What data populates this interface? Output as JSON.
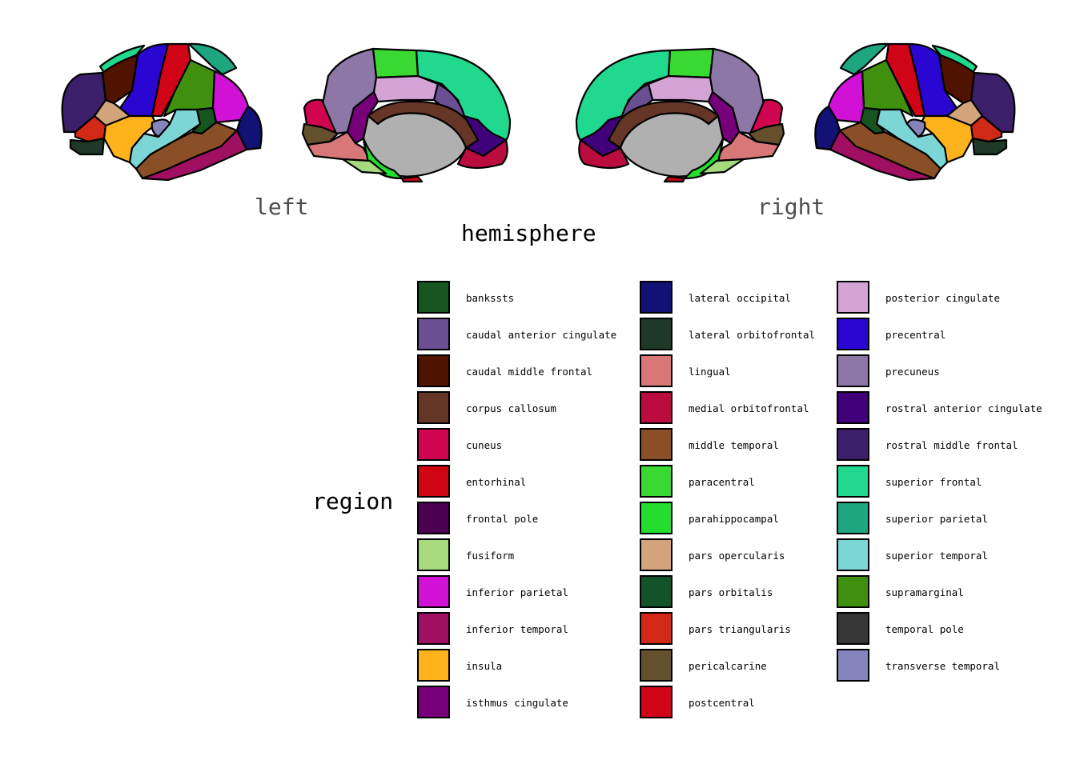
{
  "hemisphere_labels": {
    "left": "left",
    "right": "right"
  },
  "x_title": "hemisphere",
  "legend_title": "region",
  "regions": [
    {
      "name": "bankssts",
      "color": "#175520"
    },
    {
      "name": "caudal anterior cingulate",
      "color": "#6a4f92"
    },
    {
      "name": "caudal middle frontal",
      "color": "#4f1300"
    },
    {
      "name": "corpus callosum",
      "color": "#653526"
    },
    {
      "name": "cuneus",
      "color": "#d1044f"
    },
    {
      "name": "entorhinal",
      "color": "#d10512"
    },
    {
      "name": "frontal pole",
      "color": "#4e0050"
    },
    {
      "name": "fusiform",
      "color": "#a6da7c"
    },
    {
      "name": "inferior parietal",
      "color": "#d111d5"
    },
    {
      "name": "inferior temporal",
      "color": "#a00f62"
    },
    {
      "name": "insula",
      "color": "#feb31d"
    },
    {
      "name": "isthmus cingulate",
      "color": "#77007a"
    },
    {
      "name": "lateral occipital",
      "color": "#111176"
    },
    {
      "name": "lateral orbitofrontal",
      "color": "#1e3928"
    },
    {
      "name": "lingual",
      "color": "#d87777"
    },
    {
      "name": "medial orbitofrontal",
      "color": "#bb0c40"
    },
    {
      "name": "middle temporal",
      "color": "#8a4f27"
    },
    {
      "name": "paracentral",
      "color": "#3ad931"
    },
    {
      "name": "parahippocampal",
      "color": "#23de2d"
    },
    {
      "name": "pars opercularis",
      "color": "#d3a37c"
    },
    {
      "name": "pars orbitalis",
      "color": "#13532a"
    },
    {
      "name": "pars triangularis",
      "color": "#d22816"
    },
    {
      "name": "pericalcarine",
      "color": "#65502e"
    },
    {
      "name": "postcentral",
      "color": "#d10316"
    },
    {
      "name": "posterior cingulate",
      "color": "#d2a3d4"
    },
    {
      "name": "precentral",
      "color": "#2b06d3"
    },
    {
      "name": "precuneus",
      "color": "#8c77a7"
    },
    {
      "name": "rostral anterior cingulate",
      "color": "#400079"
    },
    {
      "name": "rostral middle frontal",
      "color": "#3b1f6a"
    },
    {
      "name": "superior frontal",
      "color": "#21d88f"
    },
    {
      "name": "superior parietal",
      "color": "#1da67f"
    },
    {
      "name": "superior temporal",
      "color": "#7dd6d6"
    },
    {
      "name": "supramarginal",
      "color": "#40900f"
    },
    {
      "name": "temporal pole",
      "color": "#363636"
    },
    {
      "name": "transverse temporal",
      "color": "#8584bc"
    }
  ],
  "medial_wall_color": "#b0b0b0"
}
